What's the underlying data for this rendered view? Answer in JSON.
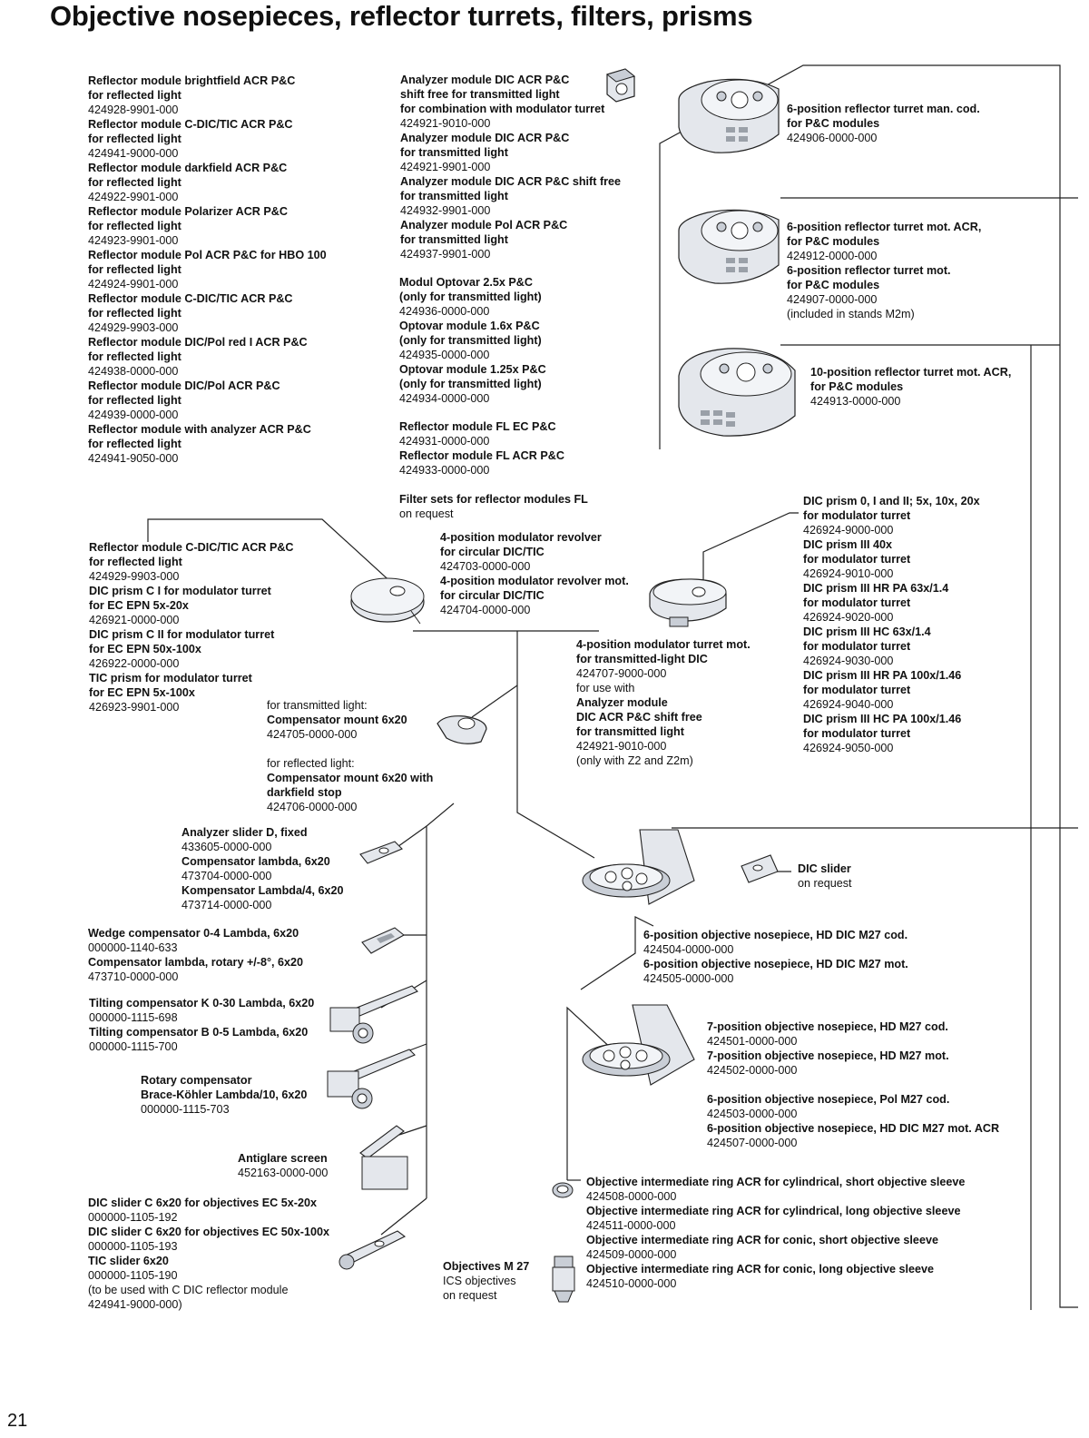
{
  "title": "Objective nosepieces, reflector turrets, filters, prisms",
  "page_number": "21",
  "colors": {
    "line": "#222222",
    "part_fill": "#e4e7ec",
    "part_dark": "#9aa0a8"
  },
  "blocks": [
    {
      "id": "reflector-modules",
      "lines": [
        {
          "t": "Reflector module brightfield ACR P&C",
          "b": true
        },
        {
          "t": "for reflected light",
          "b": true
        },
        {
          "t": "424928-9901-000",
          "b": false
        },
        {
          "t": "Reflector module C-DIC/TIC ACR P&C",
          "b": true
        },
        {
          "t": "for reflected light",
          "b": true
        },
        {
          "t": "424941-9000-000",
          "b": false
        },
        {
          "t": "Reflector module darkfield ACR P&C",
          "b": true
        },
        {
          "t": "for reflected light",
          "b": true
        },
        {
          "t": "424922-9901-000",
          "b": false
        },
        {
          "t": "Reflector module Polarizer ACR P&C",
          "b": true
        },
        {
          "t": "for reflected light",
          "b": true
        },
        {
          "t": "424923-9901-000",
          "b": false
        },
        {
          "t": "Reflector module Pol ACR P&C for HBO 100",
          "b": true
        },
        {
          "t": "for reflected light",
          "b": true
        },
        {
          "t": "424924-9901-000",
          "b": false
        },
        {
          "t": "Reflector module C-DIC/TIC ACR P&C",
          "b": true
        },
        {
          "t": "for reflected light",
          "b": true
        },
        {
          "t": "424929-9903-000",
          "b": false
        },
        {
          "t": "Reflector module DIC/Pol red I ACR P&C",
          "b": true
        },
        {
          "t": "for reflected light",
          "b": true
        },
        {
          "t": "424938-0000-000",
          "b": false
        },
        {
          "t": "Reflector module DIC/Pol ACR P&C",
          "b": true
        },
        {
          "t": "for reflected light",
          "b": true
        },
        {
          "t": "424939-0000-000",
          "b": false
        },
        {
          "t": "Reflector module with analyzer ACR P&C",
          "b": true
        },
        {
          "t": "for reflected light",
          "b": true
        },
        {
          "t": "424941-9050-000",
          "b": false
        }
      ]
    },
    {
      "id": "analyzer-modules",
      "lines": [
        {
          "t": "Analyzer module DIC ACR P&C",
          "b": true
        },
        {
          "t": "shift free for transmitted light",
          "b": true
        },
        {
          "t": "for combination with modulator turret",
          "b": true
        },
        {
          "t": "424921-9010-000",
          "b": false
        },
        {
          "t": "Analyzer module DIC ACR P&C",
          "b": true
        },
        {
          "t": "for transmitted light",
          "b": true
        },
        {
          "t": "424921-9901-000",
          "b": false
        },
        {
          "t": "Analyzer module DIC ACR P&C shift free",
          "b": true
        },
        {
          "t": "for transmitted light",
          "b": true
        },
        {
          "t": "424932-9901-000",
          "b": false
        },
        {
          "t": "Analyzer module Pol ACR P&C",
          "b": true
        },
        {
          "t": "for transmitted light",
          "b": true
        },
        {
          "t": "424937-9901-000",
          "b": false
        }
      ]
    },
    {
      "id": "optovar-modules",
      "lines": [
        {
          "t": "Modul Optovar 2.5x P&C",
          "b": true
        },
        {
          "t": "(only for transmitted light)",
          "b": true
        },
        {
          "t": "424936-0000-000",
          "b": false
        },
        {
          "t": "Optovar module 1.6x P&C",
          "b": true
        },
        {
          "t": "(only for transmitted light)",
          "b": true
        },
        {
          "t": "424935-0000-000",
          "b": false
        },
        {
          "t": "Optovar module 1.25x P&C",
          "b": true
        },
        {
          "t": "(only for transmitted light)",
          "b": true
        },
        {
          "t": "424934-0000-000",
          "b": false
        }
      ]
    },
    {
      "id": "fl-modules",
      "lines": [
        {
          "t": "Reflector module FL EC P&C",
          "b": true
        },
        {
          "t": "424931-0000-000",
          "b": false
        },
        {
          "t": "Reflector module FL ACR P&C",
          "b": true
        },
        {
          "t": "424933-0000-000",
          "b": false
        }
      ]
    },
    {
      "id": "filter-sets",
      "lines": [
        {
          "t": "Filter sets for reflector modules FL",
          "b": true
        },
        {
          "t": "on request",
          "b": false
        }
      ]
    },
    {
      "id": "turret-6-man",
      "lines": [
        {
          "t": "6-position reflector turret man. cod.",
          "b": true
        },
        {
          "t": "for P&C modules",
          "b": true
        },
        {
          "t": "424906-0000-000",
          "b": false
        }
      ]
    },
    {
      "id": "turret-6-mot",
      "lines": [
        {
          "t": "6-position reflector turret mot. ACR,",
          "b": true
        },
        {
          "t": "for P&C modules",
          "b": true
        },
        {
          "t": "424912-0000-000",
          "b": false
        },
        {
          "t": "6-position reflector turret mot.",
          "b": true
        },
        {
          "t": "for P&C modules",
          "b": true
        },
        {
          "t": "424907-0000-000",
          "b": false
        },
        {
          "t": "(included in stands M2m)",
          "b": false
        }
      ]
    },
    {
      "id": "turret-10-mot",
      "lines": [
        {
          "t": "10-position reflector turret mot. ACR,",
          "b": true
        },
        {
          "t": "for P&C modules",
          "b": true
        },
        {
          "t": "424913-0000-000",
          "b": false
        }
      ]
    },
    {
      "id": "modulator-prisms",
      "lines": [
        {
          "t": "Reflector module C-DIC/TIC ACR P&C",
          "b": true
        },
        {
          "t": "for reflected light",
          "b": true
        },
        {
          "t": "424929-9903-000",
          "b": false
        },
        {
          "t": "DIC prism C I for modulator turret",
          "b": true
        },
        {
          "t": "for EC EPN 5x-20x",
          "b": true
        },
        {
          "t": "426921-0000-000",
          "b": false
        },
        {
          "t": "DIC prism C II for modulator turret",
          "b": true
        },
        {
          "t": "for EC EPN 50x-100x",
          "b": true
        },
        {
          "t": "426922-0000-000",
          "b": false
        },
        {
          "t": "TIC prism for modulator turret",
          "b": true
        },
        {
          "t": "for EC EPN 5x-100x",
          "b": true
        },
        {
          "t": "426923-9901-000",
          "b": false
        }
      ]
    },
    {
      "id": "modulator-revolver",
      "lines": [
        {
          "t": "4-position modulator revolver",
          "b": true
        },
        {
          "t": "for circular DIC/TIC",
          "b": true
        },
        {
          "t": "424703-0000-000",
          "b": false
        },
        {
          "t": "4-position modulator revolver mot.",
          "b": true
        },
        {
          "t": "for circular DIC/TIC",
          "b": true
        },
        {
          "t": "424704-0000-000",
          "b": false
        }
      ]
    },
    {
      "id": "dic-prisms",
      "lines": [
        {
          "t": "DIC prism 0, I and II; 5x, 10x, 20x",
          "b": true
        },
        {
          "t": "for modulator turret",
          "b": true
        },
        {
          "t": "426924-9000-000",
          "b": false
        },
        {
          "t": "DIC prism III 40x",
          "b": true
        },
        {
          "t": "for modulator turret",
          "b": true
        },
        {
          "t": "426924-9010-000",
          "b": false
        },
        {
          "t": "DIC prism III HR PA 63x/1.4",
          "b": true
        },
        {
          "t": "for modulator turret",
          "b": true
        },
        {
          "t": "426924-9020-000",
          "b": false
        },
        {
          "t": "DIC prism III HC 63x/1.4",
          "b": true
        },
        {
          "t": "for modulator turret",
          "b": true
        },
        {
          "t": "426924-9030-000",
          "b": false
        },
        {
          "t": "DIC prism III HR PA 100x/1.46",
          "b": true
        },
        {
          "t": "for modulator turret",
          "b": true
        },
        {
          "t": "426924-9040-000",
          "b": false
        },
        {
          "t": "DIC prism III HC PA 100x/1.46",
          "b": true
        },
        {
          "t": "for modulator turret",
          "b": true
        },
        {
          "t": "426924-9050-000",
          "b": false
        }
      ]
    },
    {
      "id": "modulator-turret-mot",
      "lines": [
        {
          "t": "4-position modulator turret mot.",
          "b": true
        },
        {
          "t": "for transmitted-light DIC",
          "b": true
        },
        {
          "t": "424707-9000-000",
          "b": false
        },
        {
          "t": "for use with",
          "b": false
        },
        {
          "t": "Analyzer module",
          "b": true
        },
        {
          "t": "DIC ACR P&C shift free",
          "b": true
        },
        {
          "t": "for transmitted light",
          "b": true
        },
        {
          "t": "424921-9010-000",
          "b": false
        },
        {
          "t": "(only with Z2 and Z2m)",
          "b": false
        }
      ]
    },
    {
      "id": "compensator-mounts",
      "lines": [
        {
          "t": "for transmitted light:",
          "b": false
        },
        {
          "t": "Compensator mount 6x20",
          "b": true
        },
        {
          "t": "424705-0000-000",
          "b": false
        },
        {
          "t": "",
          "b": false
        },
        {
          "t": "for reflected light:",
          "b": false
        },
        {
          "t": "Compensator mount 6x20 with",
          "b": true
        },
        {
          "t": "darkfield stop",
          "b": true
        },
        {
          "t": "424706-0000-000",
          "b": false
        }
      ]
    },
    {
      "id": "analyzer-slider",
      "lines": [
        {
          "t": "Analyzer slider D, fixed",
          "b": true
        },
        {
          "t": "433605-0000-000",
          "b": false
        },
        {
          "t": "Compensator lambda, 6x20",
          "b": true
        },
        {
          "t": "473704-0000-000",
          "b": false
        },
        {
          "t": "Kompensator Lambda/4, 6x20",
          "b": true
        },
        {
          "t": "473714-0000-000",
          "b": false
        }
      ]
    },
    {
      "id": "wedge-compensator",
      "lines": [
        {
          "t": "Wedge compensator 0-4 Lambda, 6x20",
          "b": true
        },
        {
          "t": "000000-1140-633",
          "b": false
        },
        {
          "t": "Compensator lambda, rotary +/-8°, 6x20",
          "b": true
        },
        {
          "t": "473710-0000-000",
          "b": false
        }
      ]
    },
    {
      "id": "tilting-compensator",
      "lines": [
        {
          "t": "Tilting compensator K 0-30 Lambda, 6x20",
          "b": true
        },
        {
          "t": "000000-1115-698",
          "b": false
        },
        {
          "t": "Tilting compensator B 0-5 Lambda, 6x20",
          "b": true
        },
        {
          "t": "000000-1115-700",
          "b": false
        }
      ]
    },
    {
      "id": "rotary-compensator",
      "lines": [
        {
          "t": "Rotary compensator",
          "b": true
        },
        {
          "t": "Brace-Köhler Lambda/10, 6x20",
          "b": true
        },
        {
          "t": "000000-1115-703",
          "b": false
        }
      ]
    },
    {
      "id": "antiglare",
      "lines": [
        {
          "t": "Antiglare screen",
          "b": true
        },
        {
          "t": "452163-0000-000",
          "b": false
        }
      ]
    },
    {
      "id": "dic-sliders",
      "lines": [
        {
          "t": "DIC slider C 6x20 for objectives EC 5x-20x",
          "b": true
        },
        {
          "t": "000000-1105-192",
          "b": false
        },
        {
          "t": "DIC slider C 6x20 for objectives EC 50x-100x",
          "b": true
        },
        {
          "t": "000000-1105-193",
          "b": false
        },
        {
          "t": "TIC slider 6x20",
          "b": true
        },
        {
          "t": "000000-1105-190",
          "b": false
        },
        {
          "t": "(to be used with C DIC reflector module",
          "b": false
        },
        {
          "t": "424941-9000-000)",
          "b": false
        }
      ]
    },
    {
      "id": "objectives",
      "lines": [
        {
          "t": "Objectives M 27",
          "b": true
        },
        {
          "t": "ICS objectives",
          "b": false
        },
        {
          "t": "on request",
          "b": false
        }
      ]
    },
    {
      "id": "dic-slider-request",
      "lines": [
        {
          "t": "DIC slider",
          "b": true
        },
        {
          "t": "on request",
          "b": false
        }
      ]
    },
    {
      "id": "nosepiece-6-hd",
      "lines": [
        {
          "t": "6-position objective nosepiece, HD DIC M27 cod.",
          "b": true
        },
        {
          "t": "424504-0000-000",
          "b": false
        },
        {
          "t": "6-position objective nosepiece, HD DIC M27 mot.",
          "b": true
        },
        {
          "t": "424505-0000-000",
          "b": false
        }
      ]
    },
    {
      "id": "nosepiece-7",
      "lines": [
        {
          "t": "7-position objective nosepiece, HD M27 cod.",
          "b": true
        },
        {
          "t": "424501-0000-000",
          "b": false
        },
        {
          "t": "7-position objective nosepiece, HD M27 mot.",
          "b": true
        },
        {
          "t": "424502-0000-000",
          "b": false
        },
        {
          "t": "",
          "b": false
        },
        {
          "t": "6-position objective nosepiece, Pol M27 cod.",
          "b": true
        },
        {
          "t": "424503-0000-000",
          "b": false
        },
        {
          "t": "6-position objective nosepiece, HD DIC M27 mot. ACR",
          "b": true
        },
        {
          "t": "424507-0000-000",
          "b": false
        }
      ]
    },
    {
      "id": "intermediate-rings",
      "lines": [
        {
          "t": "Objective intermediate ring ACR for cylindrical, short objective sleeve",
          "b": true
        },
        {
          "t": "424508-0000-000",
          "b": false
        },
        {
          "t": "Objective intermediate ring ACR for cylindrical, long objective sleeve",
          "b": true
        },
        {
          "t": "424511-0000-000",
          "b": false
        },
        {
          "t": "Objective intermediate ring ACR for conic, short objective sleeve",
          "b": true
        },
        {
          "t": "424509-0000-000",
          "b": false
        },
        {
          "t": "Objective intermediate ring ACR for conic, long objective sleeve",
          "b": true
        },
        {
          "t": "424510-0000-000",
          "b": false
        }
      ]
    }
  ],
  "icons": [
    "reflector-cube-icon",
    "reflector-turret-6-icon",
    "reflector-turret-10-icon",
    "modulator-revolver-icon",
    "compensator-mount-icon",
    "slider-icon",
    "tilting-compensator-icon",
    "antiglare-screen-icon",
    "objective-nosepiece-icon",
    "intermediate-ring-icon",
    "objective-icon"
  ]
}
